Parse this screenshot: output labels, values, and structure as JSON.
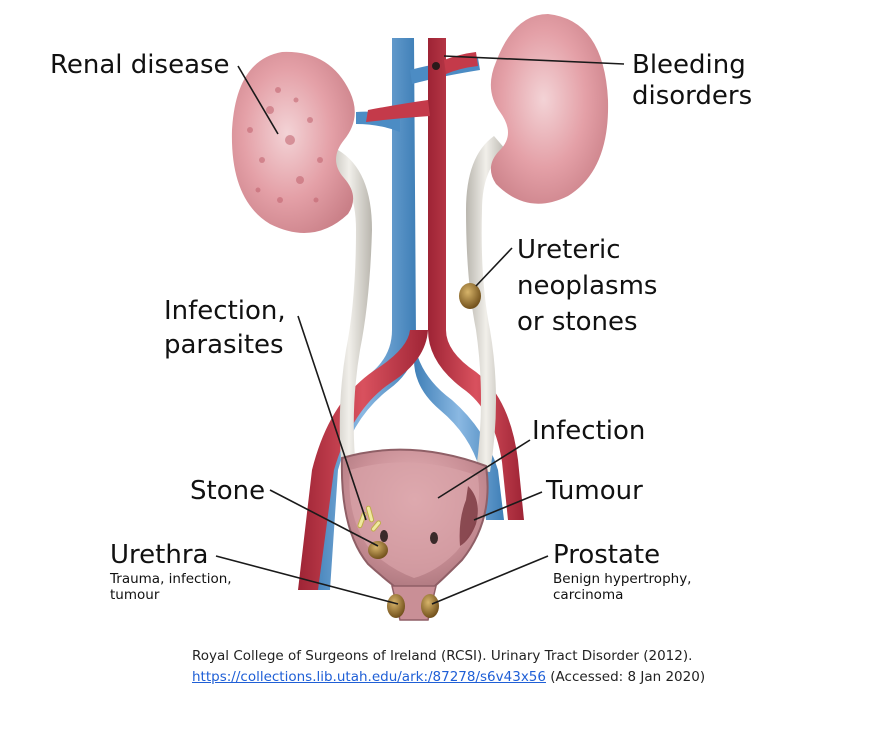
{
  "labels": {
    "renal": "Renal disease",
    "bleeding_1": "Bleeding",
    "bleeding_2": "disorders",
    "ureteric_1": "Ureteric",
    "ureteric_2": "neoplasms",
    "ureteric_3": "or stones",
    "infection_parasites_1": "Infection,",
    "infection_parasites_2": "parasites",
    "infection": "Infection",
    "tumour": "Tumour",
    "stone": "Stone",
    "urethra": "Urethra",
    "urethra_sub_1": "Trauma, infection,",
    "urethra_sub_2": "tumour",
    "prostate": "Prostate",
    "prostate_sub_1": "Benign hypertrophy,",
    "prostate_sub_2": "carcinoma"
  },
  "citation": {
    "line1": "Royal College of Surgeons of Ireland (RCSI). Urinary Tract Disorder (2012).",
    "link": "https://collections.lib.utah.edu/ark:/87278/s6v43x56",
    "accessed": " (Accessed: 8 Jan 2020)"
  },
  "colors": {
    "artery": "#c43a4a",
    "vein": "#5e9bd0",
    "kidney": "#e7a7ad",
    "ureter": "#e6e4df",
    "stone": "#8a6a2a"
  }
}
